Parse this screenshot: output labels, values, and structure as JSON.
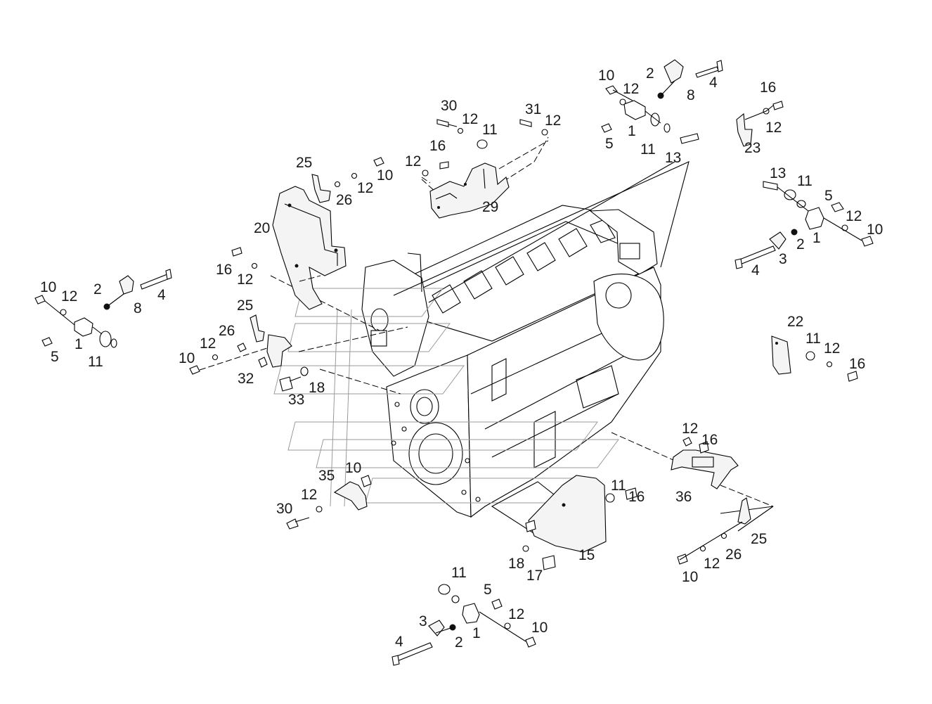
{
  "callouts": [
    {
      "id": "c1",
      "text": "10"
    },
    {
      "id": "c2",
      "text": "2"
    },
    {
      "id": "c3",
      "text": "12"
    },
    {
      "id": "c4",
      "text": "8"
    },
    {
      "id": "c5",
      "text": "4"
    },
    {
      "id": "c6",
      "text": "1"
    },
    {
      "id": "c7",
      "text": "5"
    },
    {
      "id": "c8",
      "text": "11"
    },
    {
      "id": "c9",
      "text": "13"
    },
    {
      "id": "c10",
      "text": "30"
    },
    {
      "id": "c11",
      "text": "12"
    },
    {
      "id": "c12",
      "text": "11"
    },
    {
      "id": "c13",
      "text": "31"
    },
    {
      "id": "c14",
      "text": "12"
    },
    {
      "id": "c15",
      "text": "12"
    },
    {
      "id": "c16",
      "text": "16"
    },
    {
      "id": "c17",
      "text": "29"
    },
    {
      "id": "c18",
      "text": "16"
    },
    {
      "id": "c19",
      "text": "12"
    },
    {
      "id": "c20",
      "text": "23"
    },
    {
      "id": "c21",
      "text": "13"
    },
    {
      "id": "c22",
      "text": "11"
    },
    {
      "id": "c23",
      "text": "5"
    },
    {
      "id": "c24",
      "text": "12"
    },
    {
      "id": "c25",
      "text": "10"
    },
    {
      "id": "c26",
      "text": "2"
    },
    {
      "id": "c27",
      "text": "1"
    },
    {
      "id": "c28",
      "text": "3"
    },
    {
      "id": "c29",
      "text": "4"
    },
    {
      "id": "c30",
      "text": "25"
    },
    {
      "id": "c31",
      "text": "12"
    },
    {
      "id": "c32",
      "text": "10"
    },
    {
      "id": "c33",
      "text": "26"
    },
    {
      "id": "c34",
      "text": "20"
    },
    {
      "id": "c35",
      "text": "16"
    },
    {
      "id": "c36",
      "text": "12"
    },
    {
      "id": "c37",
      "text": "10"
    },
    {
      "id": "c38",
      "text": "12"
    },
    {
      "id": "c39",
      "text": "2"
    },
    {
      "id": "c40",
      "text": "8"
    },
    {
      "id": "c41",
      "text": "4"
    },
    {
      "id": "c42",
      "text": "1"
    },
    {
      "id": "c43",
      "text": "5"
    },
    {
      "id": "c44",
      "text": "11"
    },
    {
      "id": "c45",
      "text": "25"
    },
    {
      "id": "c46",
      "text": "26"
    },
    {
      "id": "c47",
      "text": "12"
    },
    {
      "id": "c48",
      "text": "10"
    },
    {
      "id": "c49",
      "text": "32"
    },
    {
      "id": "c50",
      "text": "18"
    },
    {
      "id": "c51",
      "text": "33"
    },
    {
      "id": "c52",
      "text": "22"
    },
    {
      "id": "c53",
      "text": "11"
    },
    {
      "id": "c54",
      "text": "12"
    },
    {
      "id": "c55",
      "text": "16"
    },
    {
      "id": "c56",
      "text": "12"
    },
    {
      "id": "c57",
      "text": "16"
    },
    {
      "id": "c58",
      "text": "36"
    },
    {
      "id": "c59",
      "text": "35"
    },
    {
      "id": "c60",
      "text": "10"
    },
    {
      "id": "c61",
      "text": "12"
    },
    {
      "id": "c62",
      "text": "30"
    },
    {
      "id": "c63",
      "text": "11"
    },
    {
      "id": "c64",
      "text": "16"
    },
    {
      "id": "c65",
      "text": "15"
    },
    {
      "id": "c66",
      "text": "18"
    },
    {
      "id": "c67",
      "text": "17"
    },
    {
      "id": "c68",
      "text": "25"
    },
    {
      "id": "c69",
      "text": "26"
    },
    {
      "id": "c70",
      "text": "12"
    },
    {
      "id": "c71",
      "text": "10"
    },
    {
      "id": "c72",
      "text": "11"
    },
    {
      "id": "c73",
      "text": "5"
    },
    {
      "id": "c74",
      "text": "12"
    },
    {
      "id": "c75",
      "text": "10"
    },
    {
      "id": "c76",
      "text": "3"
    },
    {
      "id": "c77",
      "text": "4"
    },
    {
      "id": "c78",
      "text": "2"
    },
    {
      "id": "c79",
      "text": "1"
    }
  ]
}
